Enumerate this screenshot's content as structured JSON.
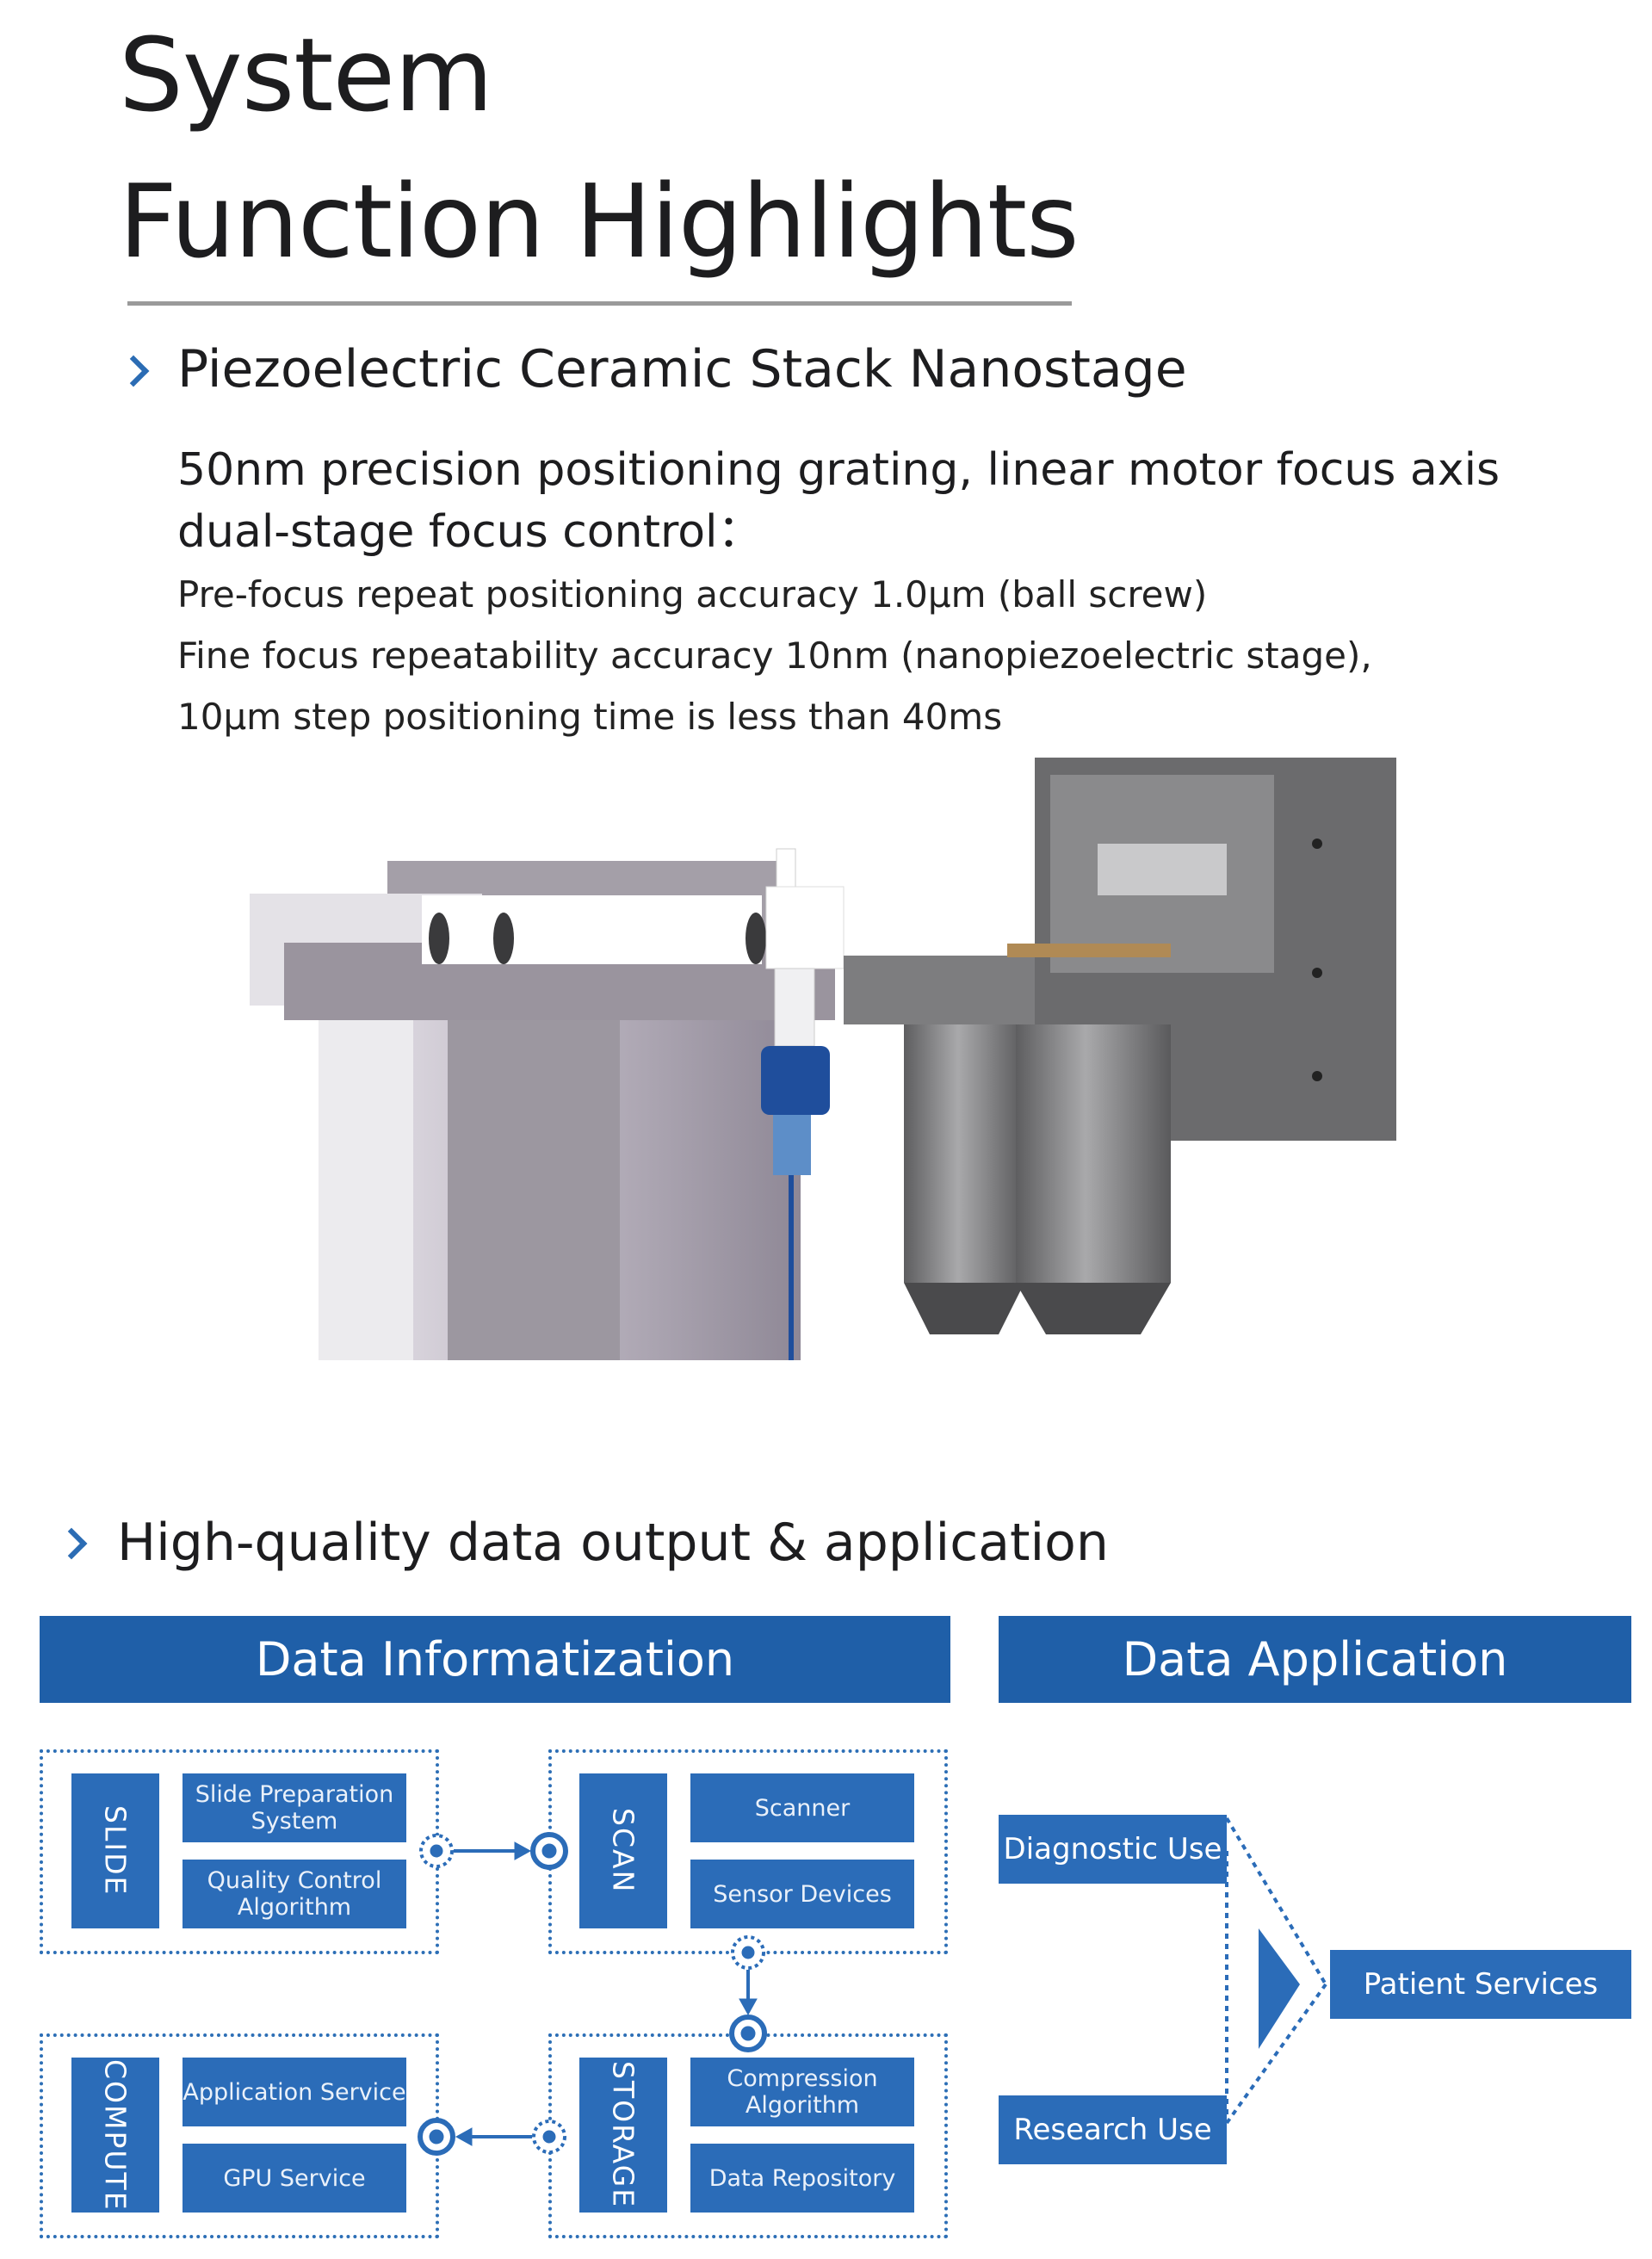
{
  "header": {
    "title_line1": "System",
    "title_line2": "Function Highlights"
  },
  "section1": {
    "heading": "Piezoelectric Ceramic Stack Nanostage",
    "lead_line1": "50nm precision positioning grating, linear motor focus axis",
    "lead_line2": "dual-stage focus control：",
    "detail_line1": "Pre-focus repeat positioning accuracy 1.0μm (ball screw)",
    "detail_line2": "Fine focus repeatability accuracy 10nm (nanopiezoelectric stage),",
    "detail_line3": "10μm step positioning time is less than 40ms"
  },
  "section2": {
    "heading": "High-quality data output & application",
    "informatization_title": "Data Informatization",
    "application_title": "Data Application",
    "slide": {
      "label": "SLIDE",
      "item1": "Slide Preparation System",
      "item2": "Quality Control Algorithm"
    },
    "scan": {
      "label": "SCAN",
      "item1": "Scanner",
      "item2": "Sensor Devices"
    },
    "compute": {
      "label": "COMPUTE",
      "item1": "Application Service",
      "item2": "GPU Service"
    },
    "storage": {
      "label": "STORAGE",
      "item1": "Compression Algorithm",
      "item2": "Data Repository"
    },
    "diagnostic_use": "Diagnostic Use",
    "research_use": "Research Use",
    "patient_services": "Patient Services"
  },
  "colors": {
    "accent": "#2b6cb4",
    "band": "#1f5fa8",
    "box": "#2b6cb8"
  }
}
